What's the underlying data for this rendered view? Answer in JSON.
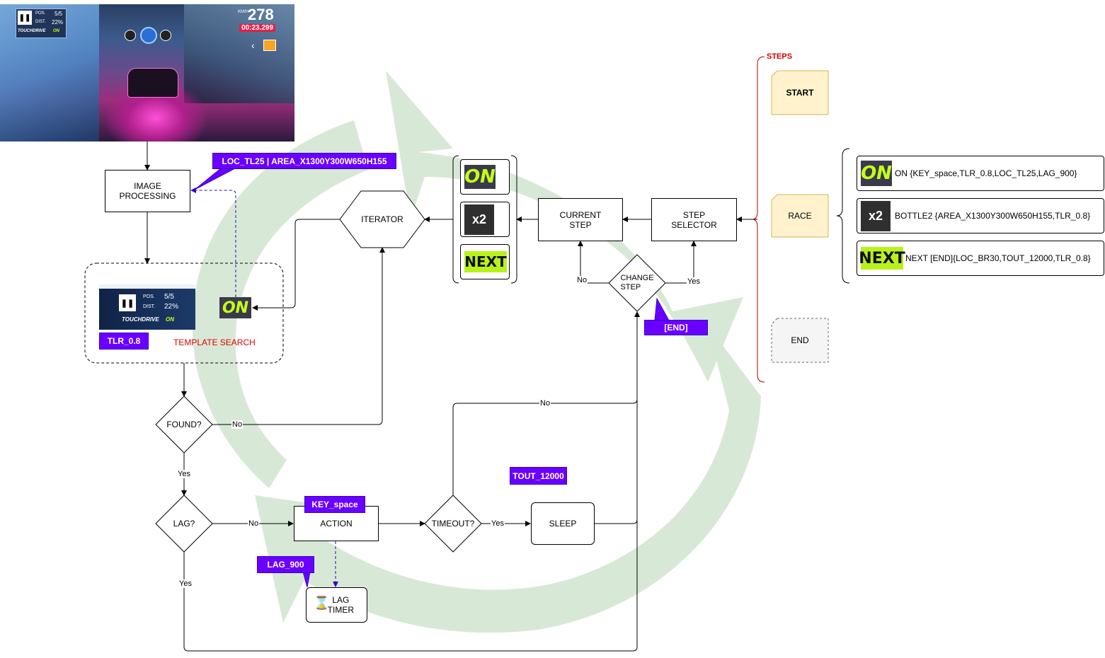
{
  "game_screenshot": {
    "pos_label": "POS.",
    "pos_value": "5/5",
    "dist_label": "DIST.",
    "dist_value": "22%",
    "touchdrive_label": "TOUCHDRIVE",
    "touchdrive_state": "ON",
    "speed_unit": "KM/H",
    "speed": "278",
    "timer": "00:23.299"
  },
  "template_thumb": {
    "pos_label": "POS.",
    "pos_value": "5/5",
    "dist_label": "DIST.",
    "dist_value": "22%",
    "touchdrive_label": "TOUCHDRIVE",
    "touchdrive_state": "ON"
  },
  "nodes": {
    "image_processing": "IMAGE\nPROCESSING",
    "iterator": "ITERATOR",
    "current_step": "CURRENT\nSTEP",
    "step_selector": "STEP\nSELECTOR",
    "change_step": "CHANGE\nSTEP",
    "found": "FOUND?",
    "lag": "LAG?",
    "action": "ACTION",
    "timeout": "TIMEOUT?",
    "sleep": "SLEEP",
    "lag_timer": "LAG\nTIMER"
  },
  "labels": {
    "template_search": "TEMPLATE SEARCH",
    "steps": "STEPS",
    "no": "No",
    "yes": "Yes"
  },
  "tags": {
    "loc_area": "LOC_TL25 | AREA_X1300Y300W650H155",
    "tlr": "TLR_0.8",
    "end": "[END]",
    "tout": "TOUT_12000",
    "key_space": "KEY_space",
    "lag_900": "LAG_900"
  },
  "step_icons": {
    "on": "ON",
    "bottle_multiplier": "x2",
    "next": "NEXT"
  },
  "steps": [
    {
      "label": "START"
    },
    {
      "label": "RACE"
    },
    {
      "label": "END"
    }
  ],
  "race_steps": [
    {
      "icon": "ON",
      "text": "ON {KEY_space,TLR_0.8,LOC_TL25,LAG_900}"
    },
    {
      "icon": "x2",
      "text": "BOTTLE2 {AREA_X1300Y300W650H155,TLR_0.8}"
    },
    {
      "icon": "NEXT",
      "text": "NEXT [END]{LOC_BR30,TOUT_12000,TLR_0.8}"
    }
  ],
  "colors": {
    "tag_purple": "#6a00ff",
    "accent_red": "#d40000",
    "note_yellow": "#fff2cc",
    "recycle_green": "#d5e8d4",
    "on_green": "#c6ff1a"
  }
}
